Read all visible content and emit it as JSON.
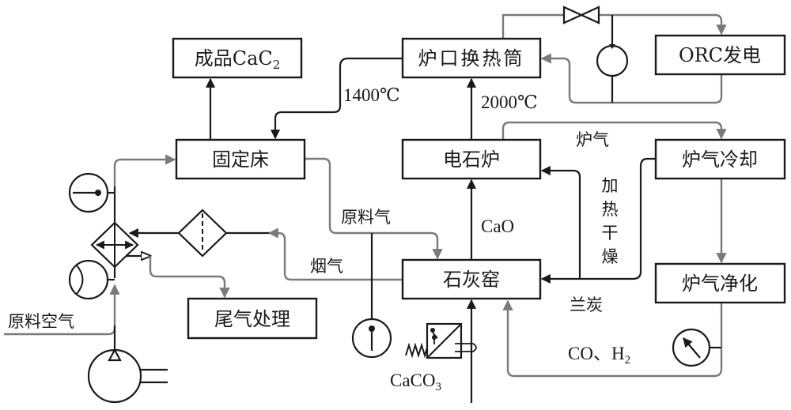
{
  "diagram": {
    "title": "Calcium carbide production process flow with waste-heat recovery",
    "colors": {
      "solid_flow": "#1a1a1a",
      "gas_flow": "#7a7a7a",
      "background": "#ffffff"
    },
    "boxes": {
      "product_cac2": {
        "label": "成品CaC",
        "sub": "2"
      },
      "fixed_bed": {
        "label": "固定床"
      },
      "furnace_heat_exchanger": {
        "label": "炉口换热筒"
      },
      "orc_power": {
        "label": "ORC发电"
      },
      "carbide_furnace": {
        "label": "电石炉"
      },
      "furnace_gas_cooling": {
        "label": "炉气冷却"
      },
      "lime_kiln": {
        "label": "石灰窑"
      },
      "furnace_gas_purification": {
        "label": "炉气净化"
      },
      "tail_gas_treatment": {
        "label": "尾气处理"
      }
    },
    "labels": {
      "temp_1400": "1400℃",
      "temp_2000": "2000℃",
      "furnace_gas": "炉气",
      "heat_dry": [
        "加",
        "热",
        "干",
        "燥"
      ],
      "cao": "CaO",
      "semi_coke": "兰炭",
      "raw_gas": "原料气",
      "flue_gas": "烟气",
      "raw_air": "原料空气",
      "caco3": {
        "main": "CaCO",
        "sub": "3"
      },
      "co_h2": {
        "main": "CO、H",
        "sub": "2"
      }
    },
    "symbols": [
      {
        "id": "valve",
        "icon": "gate-valve-icon"
      },
      {
        "id": "pump",
        "icon": "pump-icon"
      },
      {
        "id": "thermometer-left",
        "icon": "thermometer-gauge-icon"
      },
      {
        "id": "heat-exchanger",
        "icon": "heat-exchanger-icon"
      },
      {
        "id": "filter",
        "icon": "filter-icon"
      },
      {
        "id": "fan",
        "icon": "fan-icon"
      },
      {
        "id": "compressor",
        "icon": "compressor-icon"
      },
      {
        "id": "thermometer-mid",
        "icon": "thermometer-gauge-icon"
      },
      {
        "id": "feeder",
        "icon": "spring-actuated-feeder-icon"
      },
      {
        "id": "pressure-gauge",
        "icon": "pressure-gauge-icon"
      }
    ]
  }
}
